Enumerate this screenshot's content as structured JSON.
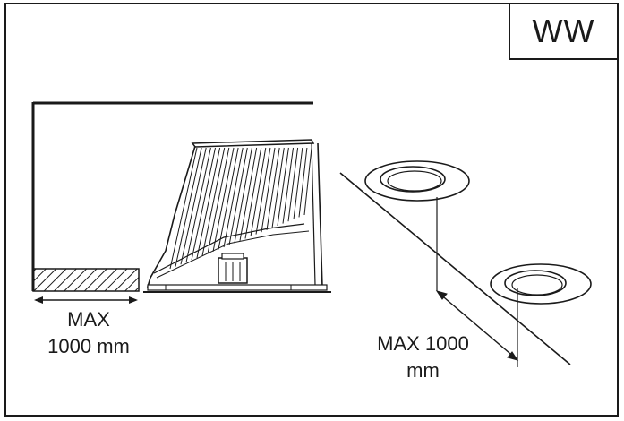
{
  "badge": {
    "text": "WW"
  },
  "left_label": {
    "line1": "MAX",
    "line2": "1000 mm"
  },
  "right_label": {
    "line1": "MAX 1000",
    "line2": "mm"
  },
  "colors": {
    "ink": "#1a1a1a",
    "paper": "#ffffff"
  },
  "icons": [
    "ceiling-wall-corner",
    "downlight-luminaire",
    "hatched-insulation",
    "recessed-downlight-ring"
  ]
}
